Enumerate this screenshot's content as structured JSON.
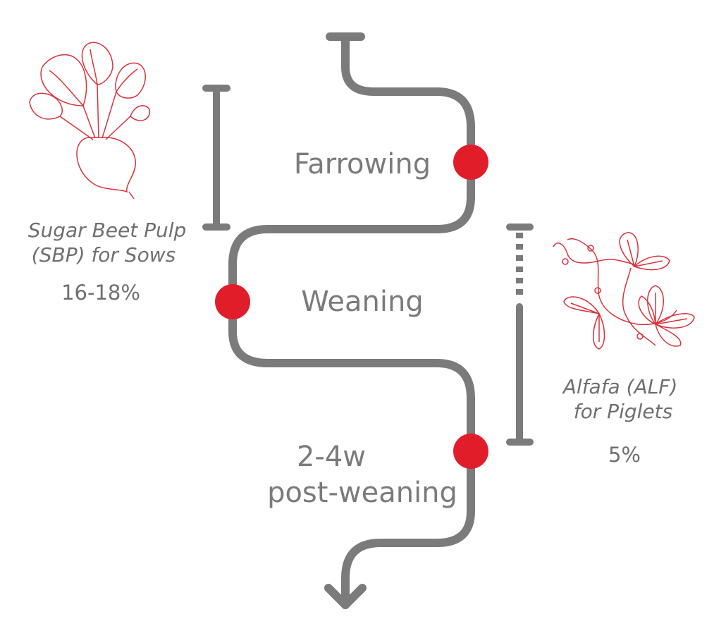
{
  "colors": {
    "path": "#7b7b7b",
    "milestone": "#e11d2a",
    "illustration": "#d9323c",
    "text": "#6f6f6f"
  },
  "stages": [
    {
      "label": "Farrowing"
    },
    {
      "label": "Weaning"
    },
    {
      "label_line1": "2-4w",
      "label_line2": "post-weaning"
    }
  ],
  "feeds": {
    "sows": {
      "line1": "Sugar Beet Pulp",
      "line2": "(SBP) for Sows",
      "percent": "16-18%",
      "icon": "sugar-beet-icon"
    },
    "piglets": {
      "line1": "Alfafa (ALF)",
      "line2": "for Piglets",
      "percent": "5%",
      "icon": "alfalfa-icon"
    }
  }
}
